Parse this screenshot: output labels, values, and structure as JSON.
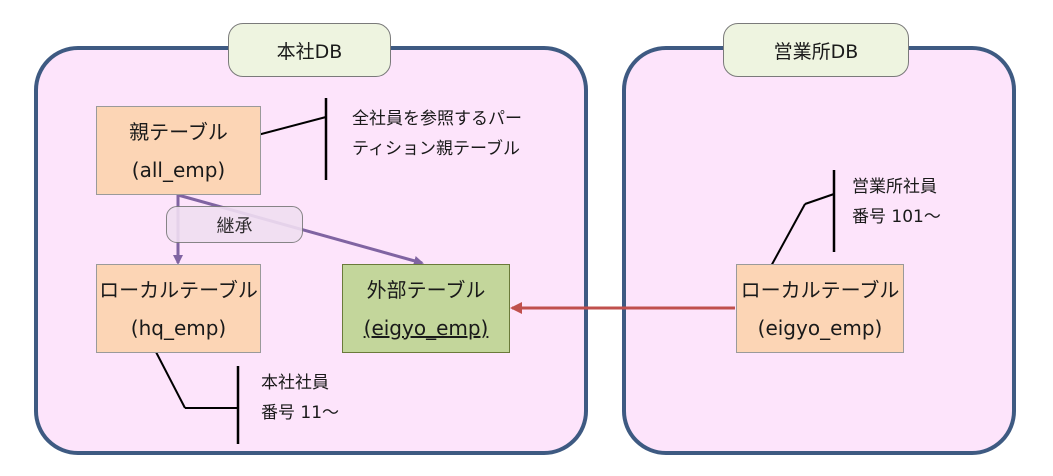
{
  "databases": {
    "hq": {
      "title": "本社DB"
    },
    "eigyo": {
      "title": "営業所DB"
    }
  },
  "tables": {
    "parent": {
      "name": "親テーブル",
      "id": "(all_emp)"
    },
    "local_hq": {
      "name": "ローカルテーブル",
      "id": "(hq_emp)"
    },
    "foreign": {
      "name": "外部テーブル",
      "id": "(eigyo_emp)"
    },
    "local_eigyo": {
      "name": "ローカルテーブル",
      "id": "(eigyo_emp)"
    }
  },
  "inherit_label": "継承",
  "notes": {
    "parent": [
      "全社員を参照するパー",
      "ティション親テーブル"
    ],
    "eigyo": [
      "営業所社員",
      "番号 101〜"
    ],
    "hq": [
      "本社社員",
      "番号 11〜"
    ]
  },
  "colors": {
    "db_fill": "#fde4fb",
    "db_border": "#3e5a82",
    "table_orange": "#fcd5b5",
    "table_green": "#c3d69b",
    "inherit_arrow": "#8064a2",
    "foreign_arrow": "#c0504d"
  }
}
